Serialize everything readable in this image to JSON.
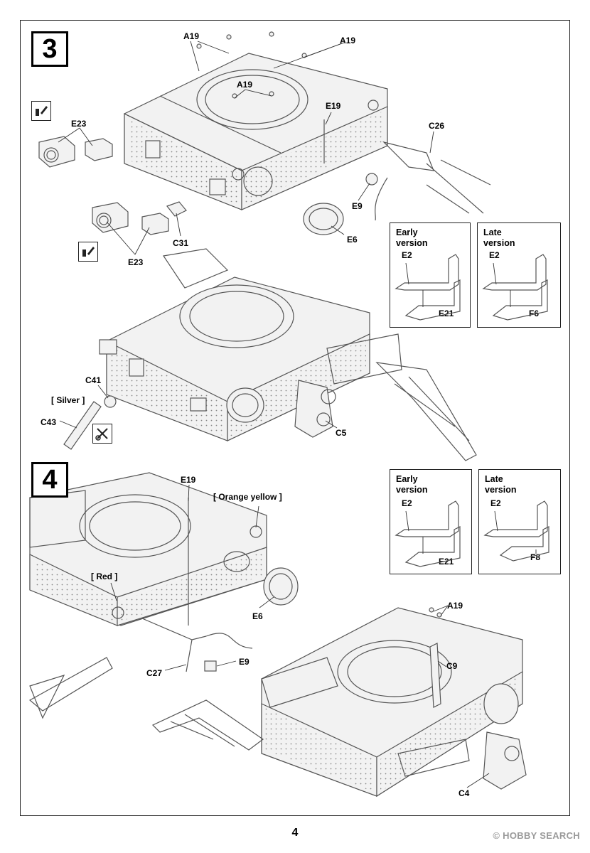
{
  "page": {
    "number": "4"
  },
  "steps": [
    {
      "number": "3",
      "labels": {
        "a19_top_left": "A19",
        "a19_top_right": "A19",
        "a19_center": "A19",
        "e19": "E19",
        "c26": "C26",
        "e23_top": "E23",
        "e23_bottom": "E23",
        "c31": "C31",
        "e9": "E9",
        "e6": "E6",
        "c41": "C41",
        "c43": "C43",
        "c5": "C5"
      },
      "paint": {
        "silver": "[ Silver ]"
      },
      "variants": [
        {
          "title_line1": "Early",
          "title_line2": "version",
          "part_a": "E2",
          "part_b": "E21"
        },
        {
          "title_line1": "Late",
          "title_line2": "version",
          "part_a": "E2",
          "part_b": "F6"
        }
      ]
    },
    {
      "number": "4",
      "labels": {
        "e19": "E19",
        "e6": "E6",
        "c27": "C27",
        "e9": "E9",
        "a19": "A19",
        "c9": "C9",
        "c4": "C4"
      },
      "paint": {
        "orange_yellow": "[ Orange  yellow ]",
        "red": "[ Red ]"
      },
      "variants": [
        {
          "title_line1": "Early",
          "title_line2": "version",
          "part_a": "E2",
          "part_b": "E21"
        },
        {
          "title_line1": "Late",
          "title_line2": "version",
          "part_a": "E2",
          "part_b": "F8"
        }
      ]
    }
  ],
  "icons": [
    "glue-icon",
    "glue-icon",
    "cut-icon"
  ],
  "watermark": {
    "brand": "HOBBY SEARCH",
    "symbol": "©"
  }
}
